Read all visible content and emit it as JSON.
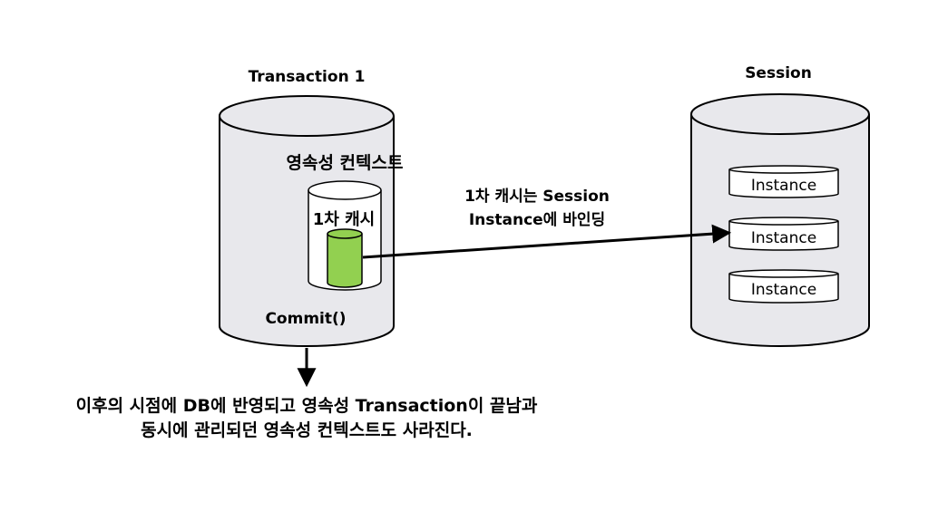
{
  "transaction": {
    "title": "Transaction 1",
    "context_label": "영속성 컨텍스트",
    "cache_label": "1차 캐시",
    "commit_label": "Commit()"
  },
  "session": {
    "title": "Session",
    "instances": [
      "Instance",
      "Instance",
      "Instance"
    ]
  },
  "binding_note": {
    "line1": "1차 캐시는 Session",
    "line2": "Instance에 바인딩"
  },
  "footer_note": {
    "line1": "이후의 시점에 DB에 반영되고 영속성 Transaction이 끝남과",
    "line2": "동시에 관리되던 영속성 컨텍스트도 사라진다."
  },
  "colors": {
    "cylinder_fill": "#e8e8ec",
    "cache_fill": "#ffffff",
    "cache_bar_fill": "#92d050",
    "stroke": "#000000"
  }
}
